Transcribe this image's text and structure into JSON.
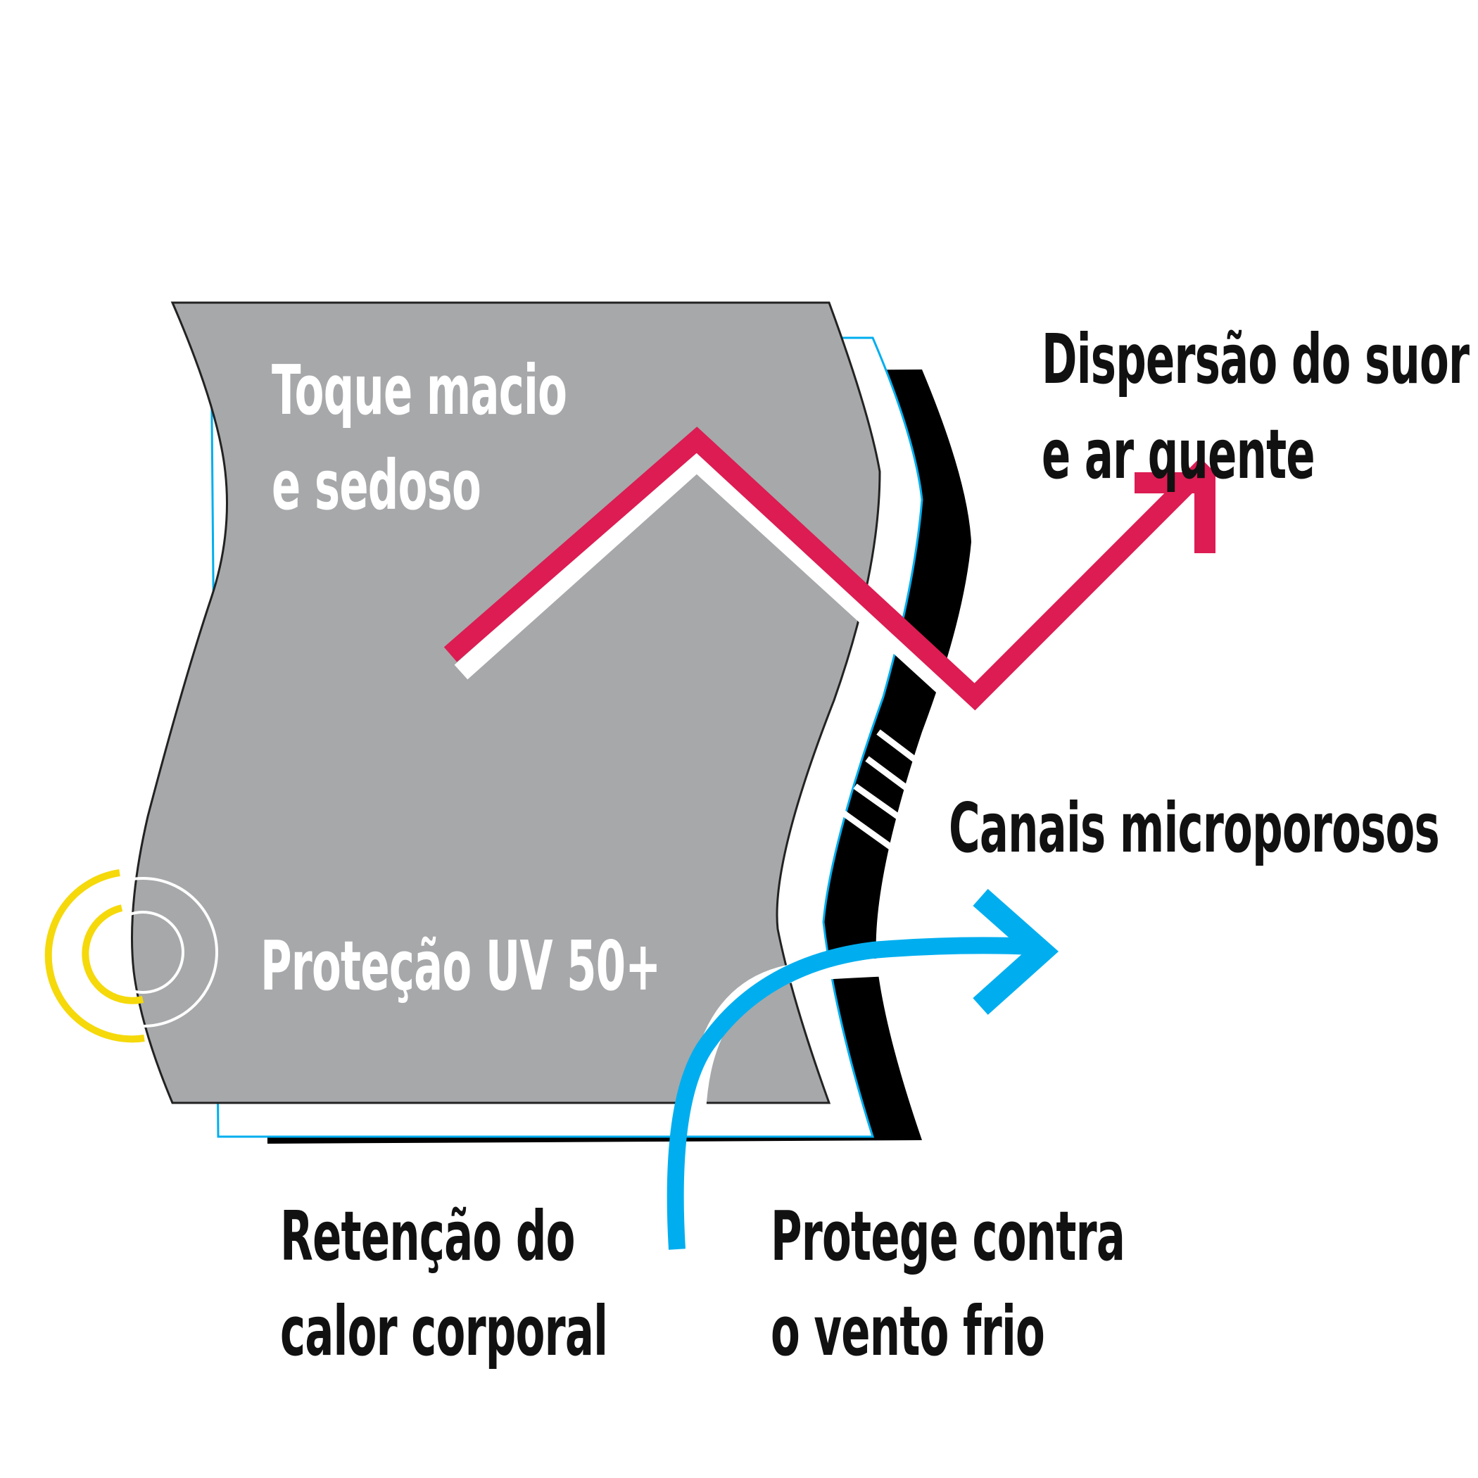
{
  "colors": {
    "background": "#ffffff",
    "fabric_gray": "#a7a8aa",
    "sweat_arrow": "#dc1c52",
    "wind_arrow": "#00aeef",
    "uv_ring_yellow": "#f5d90a",
    "backing_black": "#000000",
    "text_dark": "#111111",
    "text_light": "#ffffff"
  },
  "icons": {
    "sweat_arrow": "zigzag-arrow-icon",
    "wind_arrow": "curved-arrow-icon",
    "uv": "concentric-rings-icon"
  },
  "labels": {
    "soft_touch": {
      "line1": "Toque macio",
      "line2": "e sedoso"
    },
    "uv_protection": {
      "line1": "Proteção UV 50+"
    },
    "sweat_dispersion": {
      "line1": "Dispersão do suor",
      "line2": "e ar quente"
    },
    "micropores": {
      "line1": "Canais microporosos"
    },
    "heat_retention": {
      "line1": "Retenção do",
      "line2": "calor corporal"
    },
    "wind_protection": {
      "line1": "Protege contra",
      "line2": "o vento frio"
    }
  }
}
